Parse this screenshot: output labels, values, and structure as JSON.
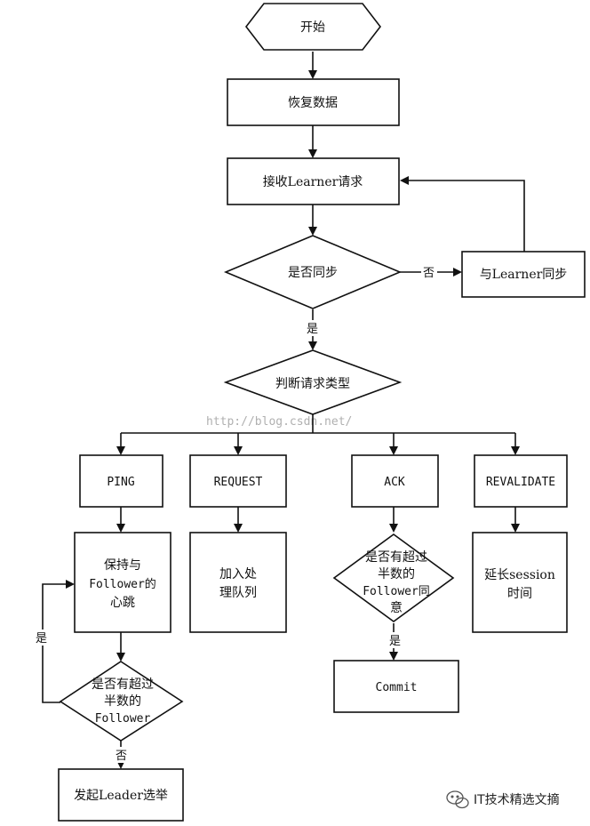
{
  "nodes": {
    "start": "开始",
    "restore": "恢复数据",
    "receive": "接收Learner请求",
    "sync_check": "是否同步",
    "sync": "与Learner同步",
    "judge_type": "判断请求类型",
    "ping": "PING",
    "request": "REQUEST",
    "ack": "ACK",
    "revalidate": "REVALIDATE",
    "keep_heartbeat": [
      "保持与",
      "Follower的",
      "心跳"
    ],
    "add_queue": [
      "加入处",
      "理队列"
    ],
    "ack_majority": [
      "是否有超过",
      "半数的",
      "Follower同",
      "意"
    ],
    "extend_session": [
      "延长session",
      "时间"
    ],
    "majority_follower": [
      "是否有超过",
      "半数的",
      "Follower"
    ],
    "commit": "Commit",
    "election": "发起Leader选举"
  },
  "edge_labels": {
    "no": "否",
    "yes": "是"
  },
  "watermark": "http://blog.csdn.net/",
  "brand": "IT技术精选文摘"
}
